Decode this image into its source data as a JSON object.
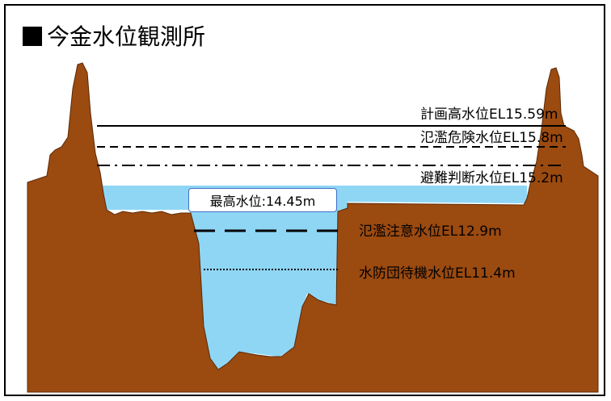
{
  "title": "今金水位観測所",
  "peak_label": "最高水位:14.45m",
  "levels": [
    {
      "key": "plan",
      "label": "計画高水位EL15.59m",
      "style": "solid"
    },
    {
      "key": "danger",
      "label": "氾濫危険水位EL15.8m",
      "style": "dashed"
    },
    {
      "key": "evac",
      "label": "避難判断水位EL15.2m",
      "style": "dashdot"
    },
    {
      "key": "caution",
      "label": "氾濫注意水位EL12.9m",
      "style": "longdash"
    },
    {
      "key": "standby",
      "label": "水防団待機水位EL11.4m",
      "style": "dotted"
    }
  ],
  "colors": {
    "ground": "#9b4a10",
    "water": "#8fd6f5",
    "line": "#000000",
    "peak_box_border": "#3f6ec7"
  }
}
